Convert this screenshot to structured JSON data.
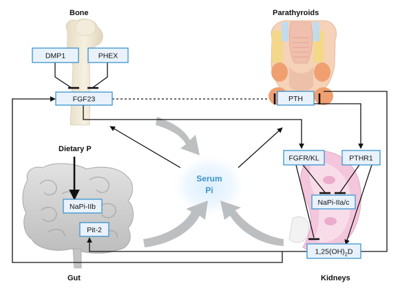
{
  "organs": {
    "bone": "Bone",
    "parathyroids": "Parathyroids",
    "gut": "Gut",
    "kidneys": "Kidneys",
    "dietary": "Dietary P"
  },
  "center": {
    "line1": "Serum",
    "line2": "Pi"
  },
  "boxes": {
    "dmp1": "DMP1",
    "phex": "PHEX",
    "fgf23": "FGF23",
    "pth": "PTH",
    "fgfr_kl": "FGFR/KL",
    "pthr1": "PTHR1",
    "napi_iia_c": "NaPi-IIa/c",
    "napi_iib": "NaPi-IIb",
    "pit2": "Pit-2",
    "vitd_base": "1,25(OH)",
    "vitd_sub": "2",
    "vitd_end": "D"
  },
  "colors": {
    "box_stroke": "#3a93cf",
    "box_fill": "#e9f2fb",
    "serum_text": "#3e93c6",
    "big_arrow": "#b9bcbe"
  }
}
